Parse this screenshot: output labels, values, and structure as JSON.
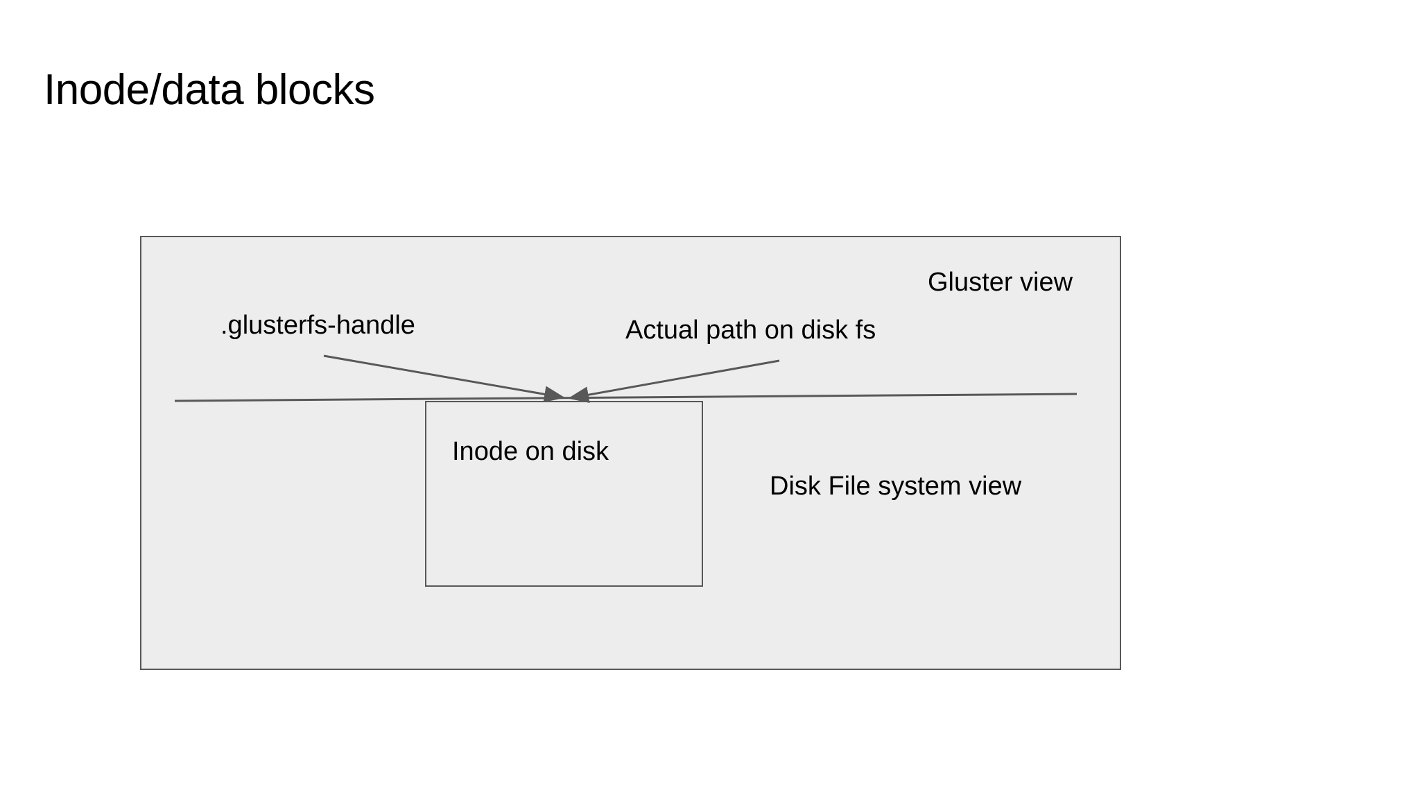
{
  "slide": {
    "title": "Inode/data blocks",
    "background_color": "#ffffff"
  },
  "diagram": {
    "type": "block-diagram",
    "outer_box": {
      "name": "gluster-view-box",
      "label": "Gluster view",
      "fill_color": "#ededed",
      "border_color": "#585858"
    },
    "inner_box": {
      "name": "inode-on-disk-box",
      "label": "Inode on disk",
      "fill_color": "#ededed",
      "border_color": "#585858"
    },
    "labels": {
      "gluster_view": "Gluster view",
      "glusterfs_handle": ".glusterfs-handle",
      "actual_path": "Actual path on disk fs",
      "inode_on_disk": "Inode on disk",
      "disk_fs_view": "Disk File system view"
    },
    "connectors": [
      {
        "name": "glusterfs-handle-arrow",
        "from_label": ".glusterfs-handle",
        "to": "hard-link-line",
        "arrowhead": "end",
        "color": "#585858"
      },
      {
        "name": "actual-path-arrow",
        "from_label": "Actual path on disk fs",
        "to": "hard-link-line",
        "arrowhead": "end",
        "color": "#585858"
      },
      {
        "name": "hard-link-line",
        "style": "solid",
        "color": "#585858"
      }
    ]
  }
}
